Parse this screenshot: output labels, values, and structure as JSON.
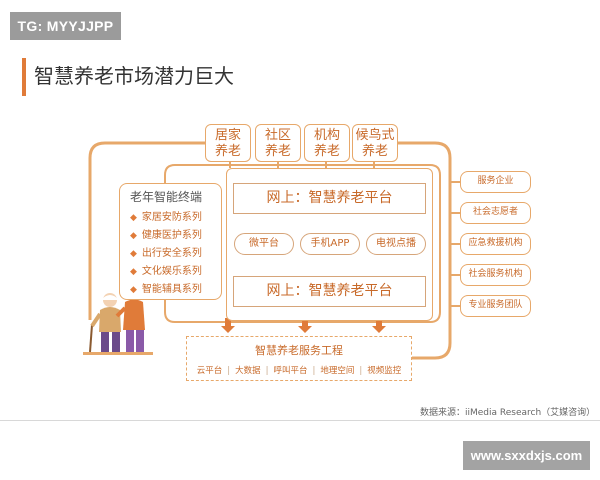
{
  "watermark_top": "TG: MYYJJPP",
  "title": "智慧养老市场潜力巨大",
  "top_models": [
    [
      "居家",
      "养老"
    ],
    [
      "社区",
      "养老"
    ],
    [
      "机构",
      "养老"
    ],
    [
      "候鸟式",
      "养老"
    ]
  ],
  "left_panel": {
    "title": "老年智能终端",
    "items": [
      "家居安防系列",
      "健康医护系列",
      "出行安全系列",
      "文化娱乐系列",
      "智能辅具系列"
    ]
  },
  "center": {
    "top_box": "网上：智慧养老平台",
    "pills": [
      "微平台",
      "手机APP",
      "电视点播"
    ],
    "bottom_box": "网上：智慧养老平台"
  },
  "right_entities": [
    "服务企业",
    "社会志愿者",
    "应急救援机构",
    "社会服务机构",
    "专业服务团队"
  ],
  "service_project": {
    "title": "智慧养老服务工程",
    "items": [
      "云平台",
      "大数据",
      "呼叫平台",
      "地理空间",
      "视频监控"
    ]
  },
  "source": "数据来源：iiMedia Research（艾媒咨询）",
  "watermark_bottom": "www.sxxdxjs.com",
  "colors": {
    "accent": "#e07b39",
    "line": "#e7a86a",
    "text_orange": "#c86a2a"
  }
}
